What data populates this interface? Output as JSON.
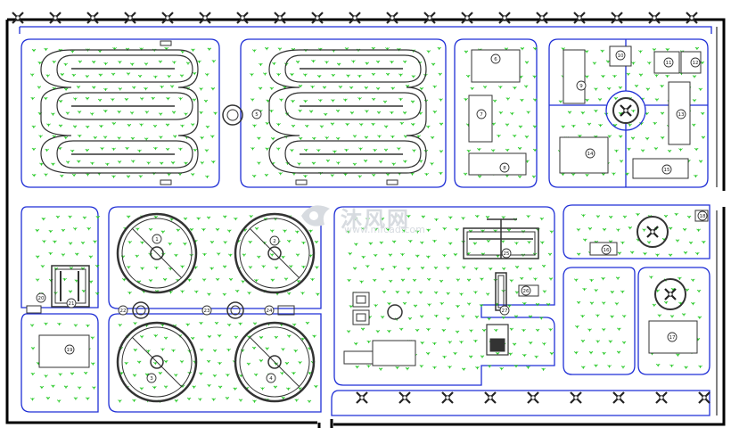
{
  "drawing": {
    "colors": {
      "site_boundary": "#000000",
      "road_edge": "#1f2fd6",
      "vegetation": "#22c822",
      "structure": "#333333",
      "tree_symbol": "#222222",
      "watermark": "#d7dbe0"
    },
    "watermark": {
      "logo": "mfcad-logo",
      "text": "沐风网",
      "url": "www.mfcad.com"
    },
    "tag_labels": [
      "1",
      "2",
      "3",
      "4",
      "5",
      "6",
      "7",
      "8",
      "9",
      "10",
      "11",
      "12",
      "13",
      "14",
      "15",
      "16",
      "17",
      "18",
      "19",
      "20",
      "21",
      "22",
      "23",
      "24",
      "25",
      "26",
      "27"
    ]
  }
}
